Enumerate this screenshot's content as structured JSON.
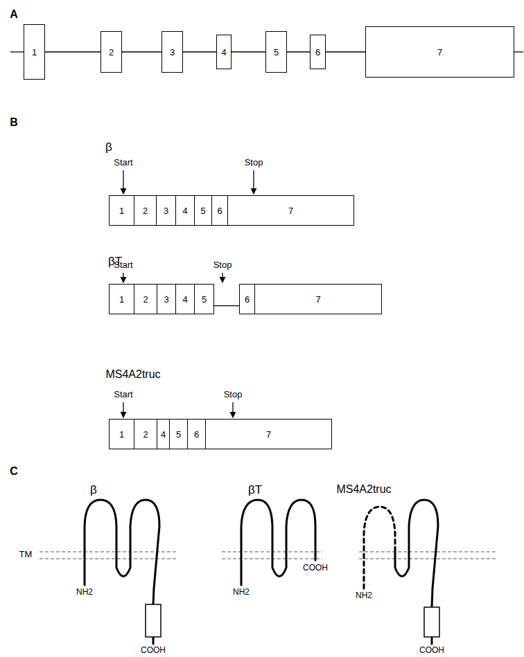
{
  "diagram": {
    "nodes": [
      {
        "text": [
          "1"
        ]
      },
      {
        "text": [
          "2"
        ]
      },
      {
        "text": [
          "3"
        ]
      },
      {
        "text": [
          "4"
        ]
      },
      {
        "text": [
          "5"
        ]
      },
      {
        "text": [
          "6"
        ]
      },
      {
        "text": [
          "7"
        ]
      },
      {
        "text": [
          "1"
        ]
      },
      {
        "text": [
          "2"
        ]
      },
      {
        "text": [
          "3"
        ]
      },
      {
        "text": [
          "4"
        ]
      },
      {
        "text": [
          "5"
        ]
      },
      {
        "text": [
          "6"
        ]
      },
      {
        "text": [
          "7"
        ]
      },
      {
        "text": [
          "1"
        ]
      },
      {
        "text": [
          "2"
        ]
      },
      {
        "text": [
          "3"
        ]
      },
      {
        "text": [
          "4"
        ]
      },
      {
        "text": [
          "5"
        ]
      },
      {
        "text": [
          "6"
        ]
      },
      {
        "text": [
          "7"
        ]
      },
      {
        "text": [
          "1"
        ]
      },
      {
        "text": [
          "2"
        ]
      },
      {
        "text": [
          "4"
        ]
      },
      {
        "text": [
          "5"
        ]
      },
      {
        "text": [
          "6"
        ]
      },
      {
        "text": [
          "7"
        ]
      }
    ],
    "edges": [
      {
        "from": 0,
        "to": 1,
        "arrow": "none"
      },
      {
        "from": 1,
        "to": 2,
        "arrow": "none"
      },
      {
        "from": 2,
        "to": 3,
        "arrow": "none"
      },
      {
        "from": 3,
        "to": 4,
        "arrow": "none"
      },
      {
        "from": 4,
        "to": 5,
        "arrow": "none"
      },
      {
        "from": 5,
        "to": 6,
        "arrow": "none"
      },
      {
        "from": 18,
        "to": 19,
        "arrow": "none"
      }
    ],
    "labels": [
      "A",
      "B",
      "β",
      "Start",
      "Stop",
      "βT",
      "Start",
      "Stop",
      "MS4A2truc",
      "Start",
      "Stop",
      "C",
      "β",
      "βT",
      "MS4A2truc",
      "TM",
      "NH2",
      "COOH",
      "NH2",
      "COOH",
      "NH2",
      "COOH"
    ]
  }
}
